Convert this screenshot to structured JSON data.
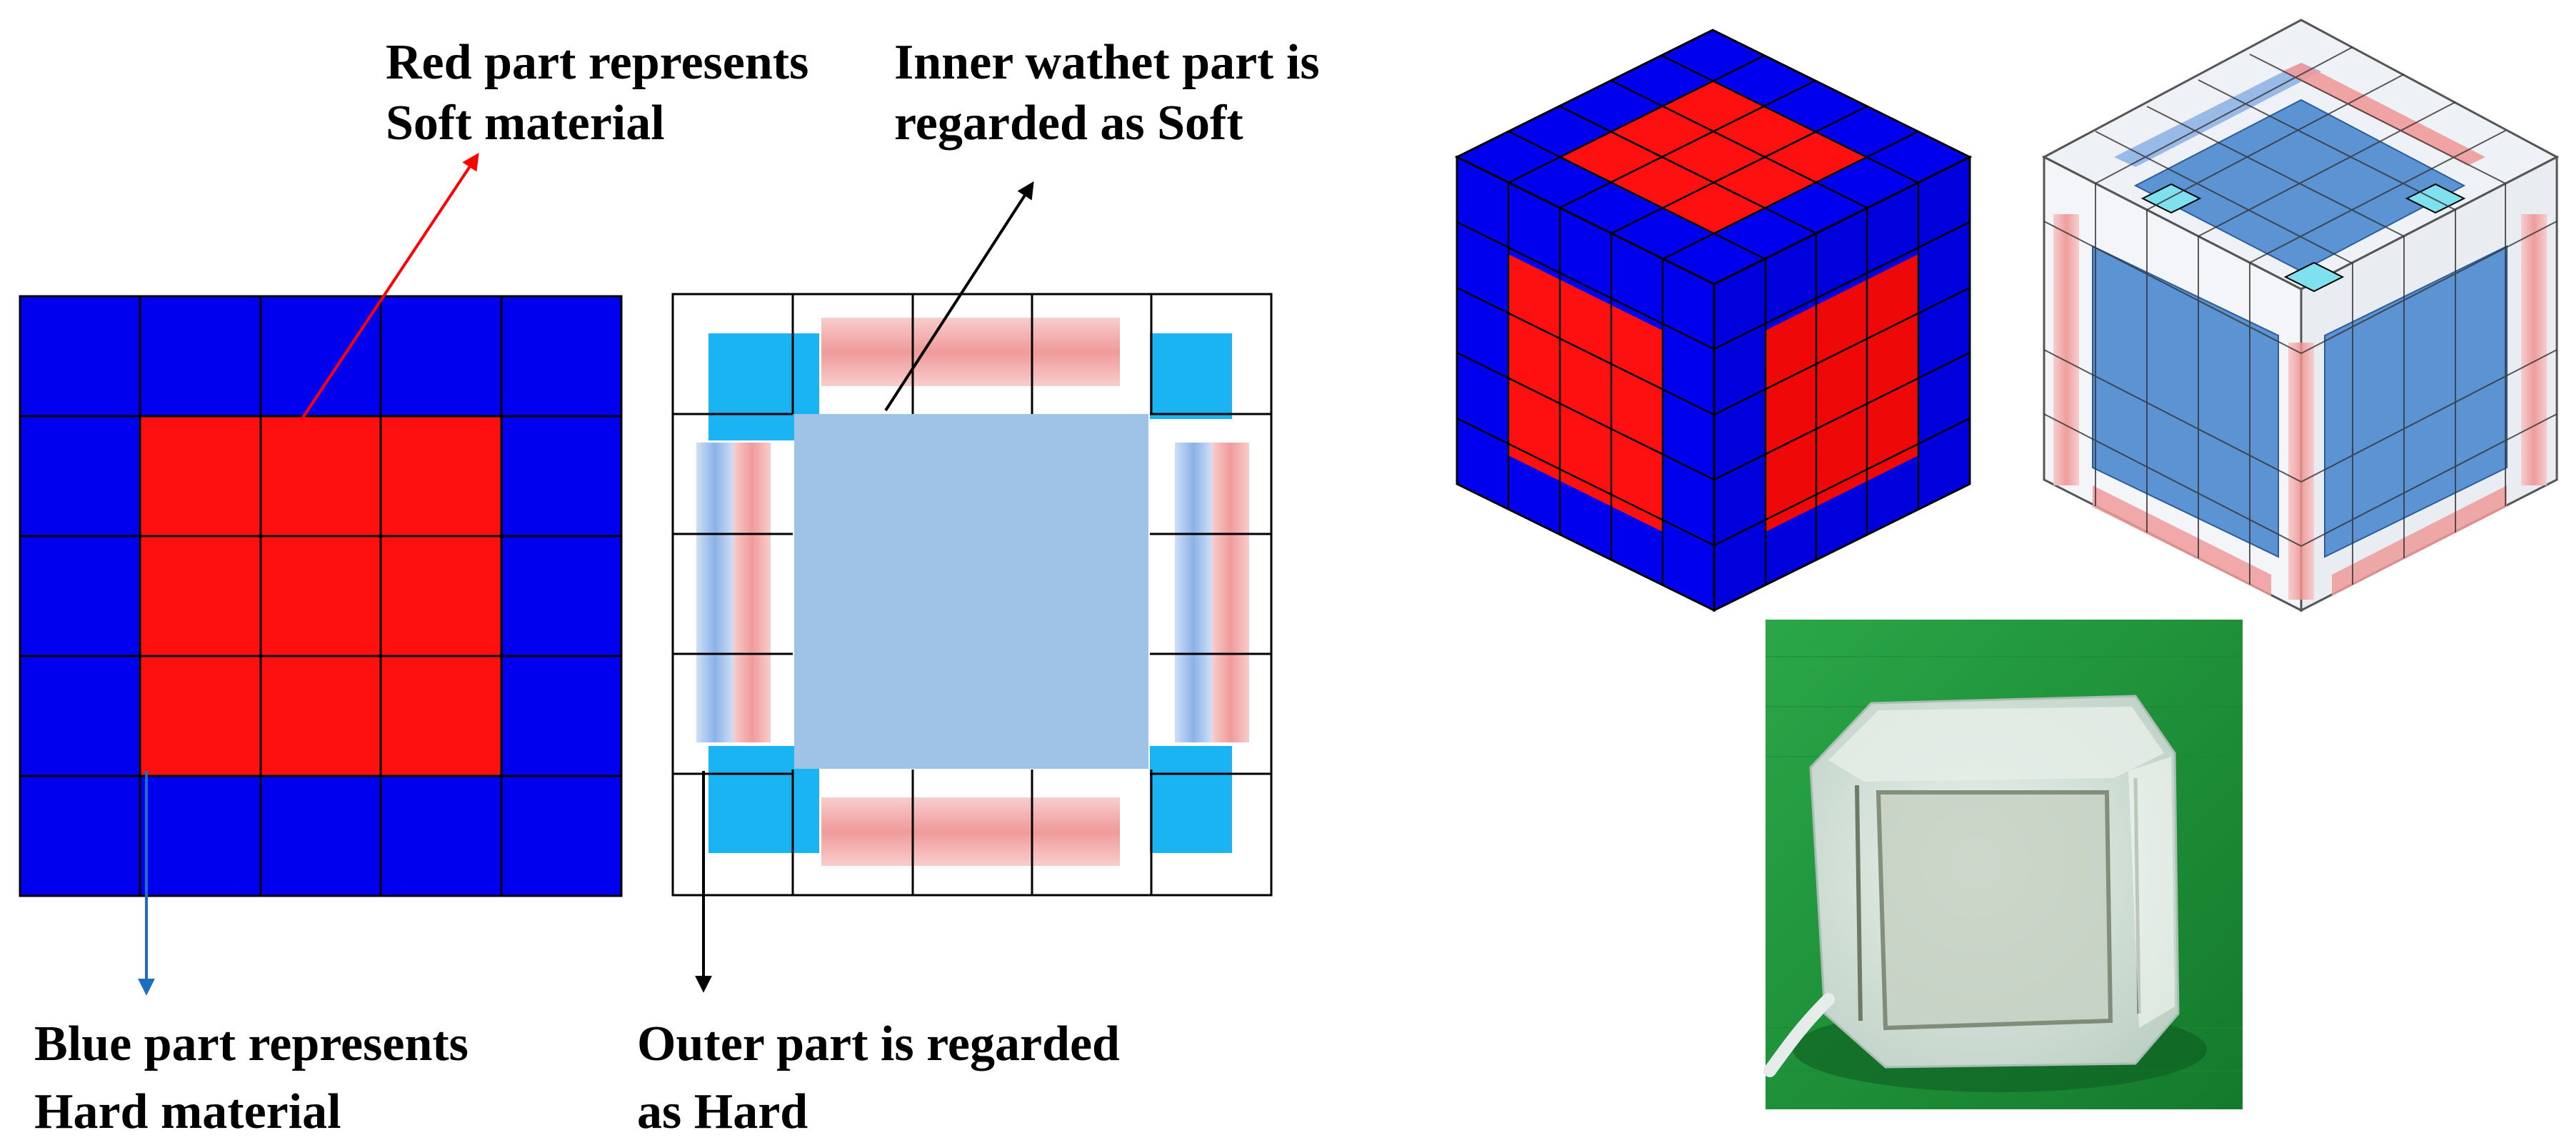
{
  "labels": {
    "red_line1": "Red part represents",
    "red_line2": "Soft material",
    "inner_line1": "Inner wathet part is",
    "inner_line2": "regarded as Soft",
    "blue_line1": "Blue part represents",
    "blue_line2": "Hard material",
    "outer_line1": "Outer part is regarded",
    "outer_line2": "as Hard"
  },
  "colors": {
    "hard_blue": "#0000ee",
    "soft_red": "#ff1010",
    "wathet": "#9fc3e6",
    "cyan_corner": "#1bb4f2",
    "arrow_red": "#ff0000",
    "arrow_blue": "#1a6fc4",
    "photo_green": "#1f9a3a"
  }
}
